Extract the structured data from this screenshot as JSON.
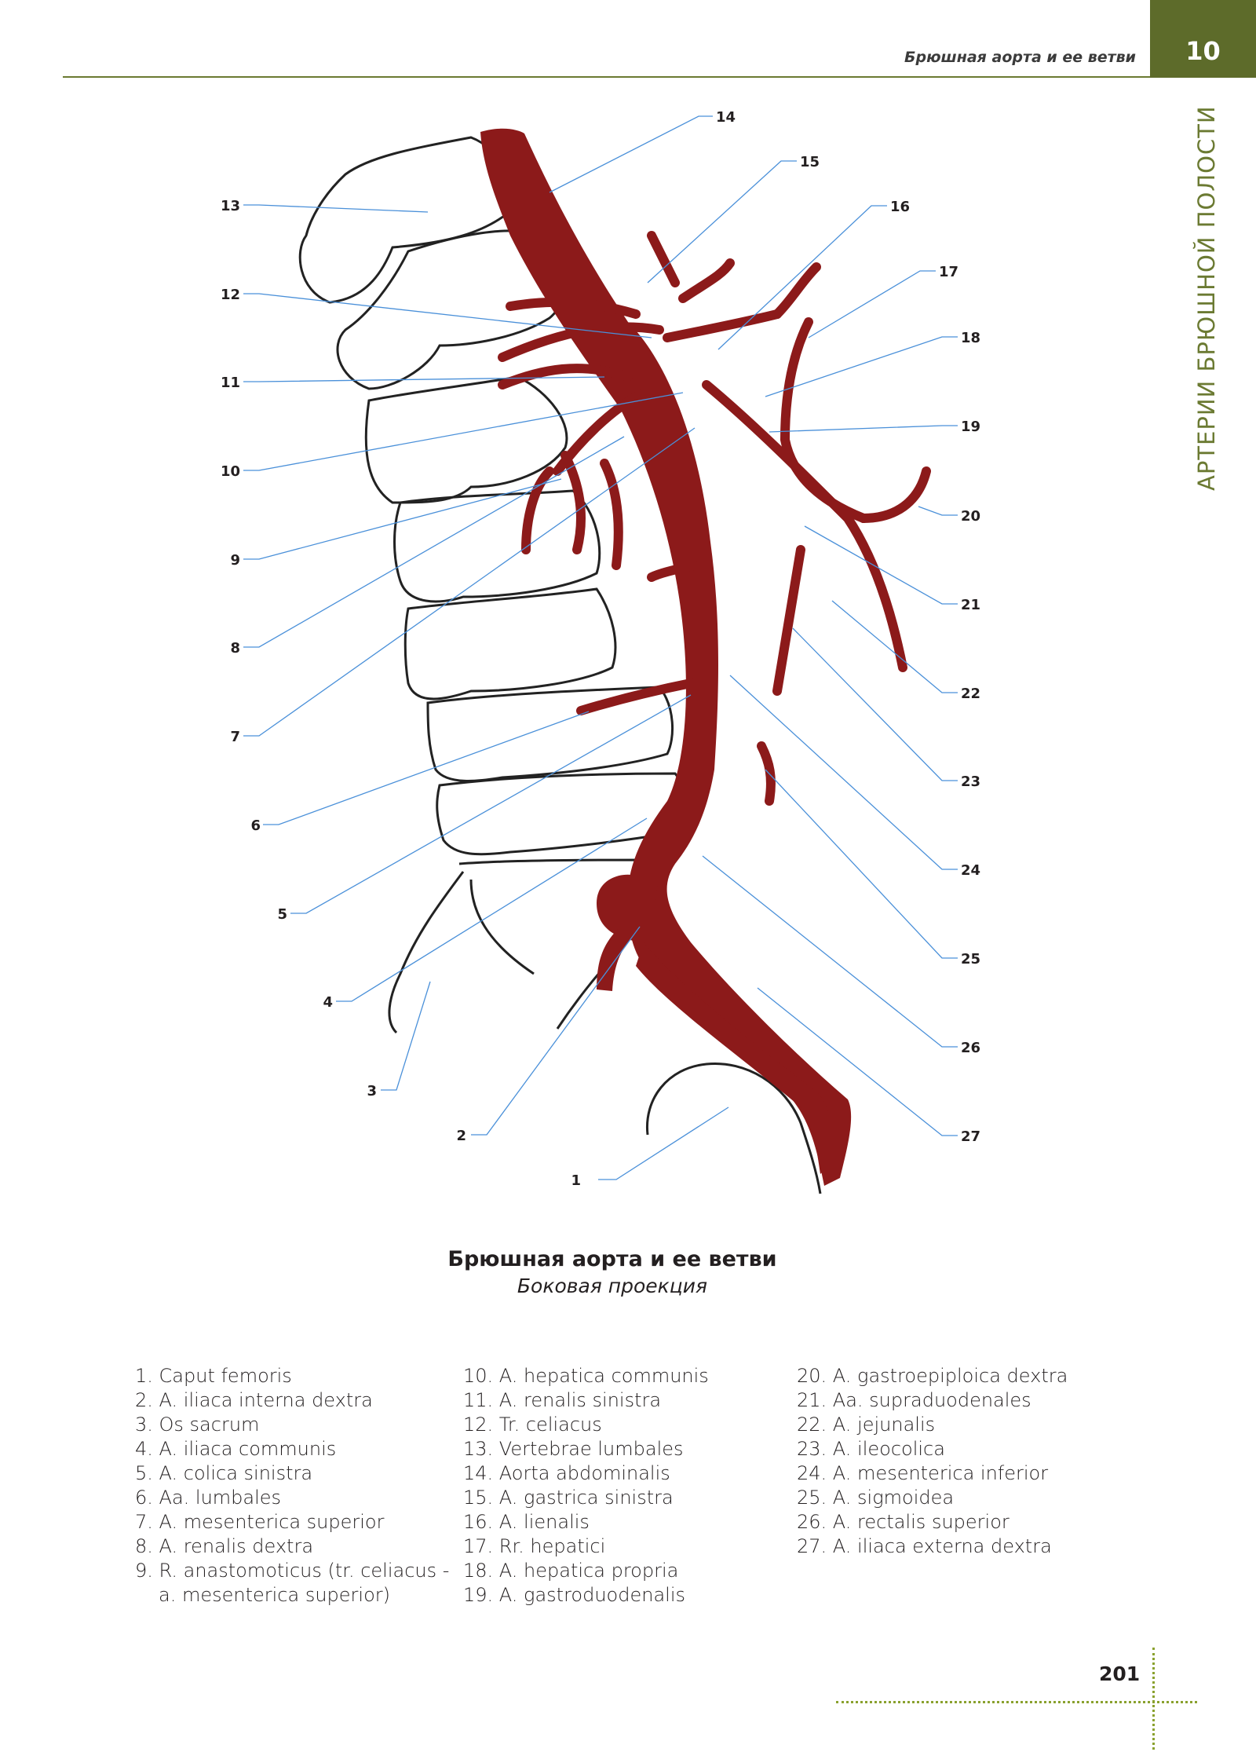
{
  "header": {
    "title": "Брюшная аорта и ее ветви",
    "chapter": "10",
    "side_title": "АРТЕРИИ БРЮШНОЙ ПОЛОСТИ"
  },
  "colors": {
    "artery": "#8c1a1a",
    "leader": "#4a90d9",
    "accent": "#5d6b2a"
  },
  "labels": [
    "1",
    "2",
    "3",
    "4",
    "5",
    "6",
    "7",
    "8",
    "9",
    "10",
    "11",
    "12",
    "13",
    "14",
    "15",
    "16",
    "17",
    "18",
    "19",
    "20",
    "21",
    "22",
    "23",
    "24",
    "25",
    "26",
    "27"
  ],
  "caption": {
    "title": "Брюшная аорта и ее ветви",
    "subtitle": "Боковая проекция"
  },
  "legend": {
    "col1": [
      "1. Caput femoris",
      "2. A. iliaca interna dextra",
      "3. Os sacrum",
      "4. A. iliaca communis",
      "5. A. colica sinistra",
      "6. Aa. lumbales",
      "7. A. mesenterica superior",
      "8. A. renalis dextra",
      "9. R. anastomoticus (tr. celiacus -",
      "a. mesenterica superior)"
    ],
    "col2": [
      "10. A. hepatica communis",
      "11. A. renalis sinistra",
      "12. Tr. celiacus",
      "13. Vertebrae lumbales",
      "14. Aorta abdominalis",
      "15. A. gastrica sinistra",
      "16. A. lienalis",
      "17. Rr. hepatici",
      "18. A. hepatica propria",
      "19. A. gastroduodenalis"
    ],
    "col3": [
      "20. A. gastroepiploica dextra",
      "21. Aa. supraduodenales",
      "22. A. jejunalis",
      "23. A. ileocolica",
      "24. A. mesenterica inferior",
      "25. A. sigmoidea",
      "26. A. rectalis superior",
      "27. A. iliaca externa dextra"
    ]
  },
  "page_number": "201"
}
